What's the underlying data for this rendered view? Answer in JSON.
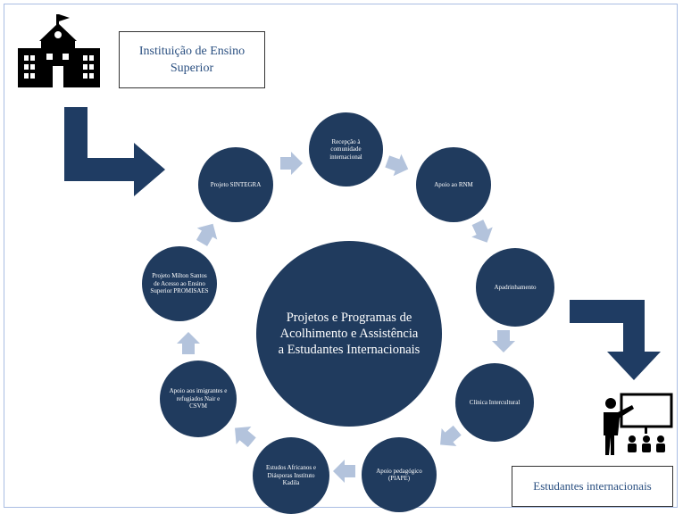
{
  "top_box": {
    "text": "Instituição de Ensino Superior"
  },
  "bottom_box": {
    "text": "Estudantes internacionais"
  },
  "center": {
    "text": "Projetos e Programas de Acolhimento e Assistência a Estudantes Internacionais"
  },
  "nodes": [
    {
      "label": "Recepção à comunidade internacional"
    },
    {
      "label": "Apoio ao RNM"
    },
    {
      "label": "Apadrinhamento"
    },
    {
      "label": "Clínica Intercultural"
    },
    {
      "label": "Apoio pedagógico (PIAPE)"
    },
    {
      "label": "Estudos Africanos e Diásporas Instituto Kadila"
    },
    {
      "label": "Apoio aos imigrantes e refugiados Nair e CSVM"
    },
    {
      "label": "Projeto Milton Santos de Acesso ao Ensino Superior PROMISAES"
    },
    {
      "label": "Projeto SINTEGRA"
    }
  ],
  "colors": {
    "circle": "#203b5e",
    "arrow": "#b3c3dc",
    "big_arrow": "#1f3c63",
    "box_text": "#2a4f80"
  },
  "icons": {
    "institution": "school-building-icon",
    "students": "teacher-classroom-icon"
  }
}
